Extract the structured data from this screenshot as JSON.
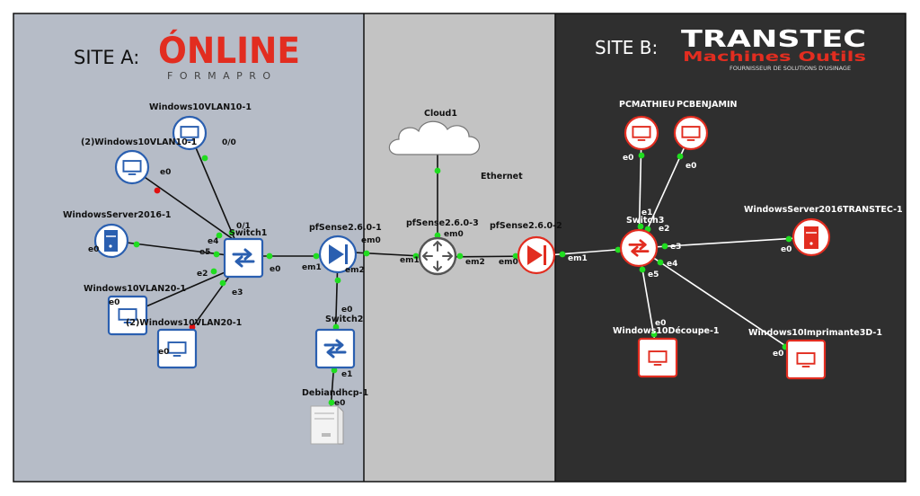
{
  "site_a": {
    "title": "SITE A:",
    "logo_main": "ÓNLINE",
    "logo_sub": "F O R M A P R O"
  },
  "site_b": {
    "title": "SITE B:",
    "logo_main": "TRANSTEC",
    "logo_sub": "Machines Outils",
    "logo_tagline": "FOURNISSEUR DE SOLUTIONS D'USINAGE"
  },
  "nodes": {
    "win10vlan10_1": "Windows10VLAN10-1",
    "win10vlan10_1b": "(2)Windows10VLAN10-1",
    "winserver2016_1": "WindowsServer2016-1",
    "win10vlan20_1": "Windows10VLAN20-1",
    "win10vlan20_1b": "(2)Windows10VLAN20-1",
    "switch1": "Switch1",
    "pfsense1": "pfSense2.6.0-1",
    "switch2": "Switch2",
    "debiandhcp": "Debiandhcp-1",
    "cloud1": "Cloud1",
    "ethernet": "Ethernet",
    "pfsense3": "pfSense2.6.0-3",
    "pfsense2": "pfSense2.6.0-2",
    "pcmathieu": "PCMATHIEU",
    "pcbenjamin": "PCBENJAMIN",
    "switch3": "Switch3",
    "winserver2016transtec": "WindowsServer2016TRANSTEC-1",
    "win10decoupe": "Windows10Découpe-1",
    "win10imprimante": "Windows10Imprimante3D-1"
  },
  "ports": {
    "p00": "0/0",
    "p01": "0/1",
    "e0": "e0",
    "e1": "e1",
    "e2": "e2",
    "e3": "e3",
    "e4": "e4",
    "e5": "e5",
    "em0": "em0",
    "em1": "em1",
    "em2": "em2"
  },
  "colors": {
    "site_a_bg": "#b6bcc7",
    "middle_bg": "#c3c3c3",
    "site_b_bg": "#2f2f2f",
    "blue": "#2a5fb0",
    "red": "#e22d20",
    "link_green": "#20dd20",
    "link_red": "#e01010"
  }
}
